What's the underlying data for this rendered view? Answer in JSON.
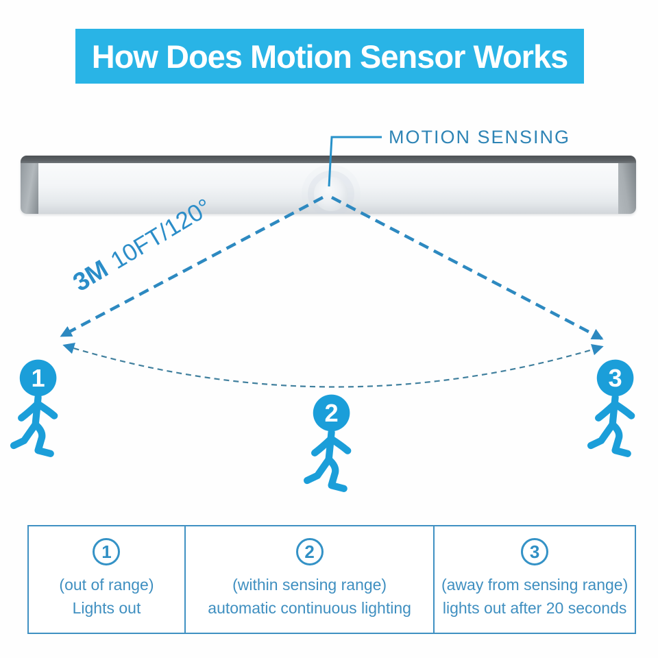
{
  "title_banner": {
    "label": "How Does Motion Sensor Works"
  },
  "sensor_callout": {
    "label": "MOTION SENSING"
  },
  "range_label": {
    "distance": "3M",
    "detail": "10FT/120°"
  },
  "figures": [
    {
      "number": "1"
    },
    {
      "number": "2"
    },
    {
      "number": "3"
    }
  ],
  "legend_table": {
    "cells": [
      {
        "number": "1",
        "condition": "(out of range)",
        "result": "Lights out"
      },
      {
        "number": "2",
        "condition": "(within sensing range)",
        "result": "automatic continuous lighting"
      },
      {
        "number": "3",
        "condition": "(away from sensing range)",
        "result": "lights out after 20 seconds"
      }
    ]
  },
  "colors": {
    "banner_bg": "#29b4e6",
    "banner_text": "#ffffff",
    "callout_blue": "#2e84b5",
    "range_label_blue": "#2b8dc8",
    "dashed_line_blue": "#2d89c0",
    "arc_teal": "#41809e",
    "figure_blue": "#1b9ed9",
    "table_blue": "#3f90c2",
    "bar_edge_gray": "#54585c"
  }
}
